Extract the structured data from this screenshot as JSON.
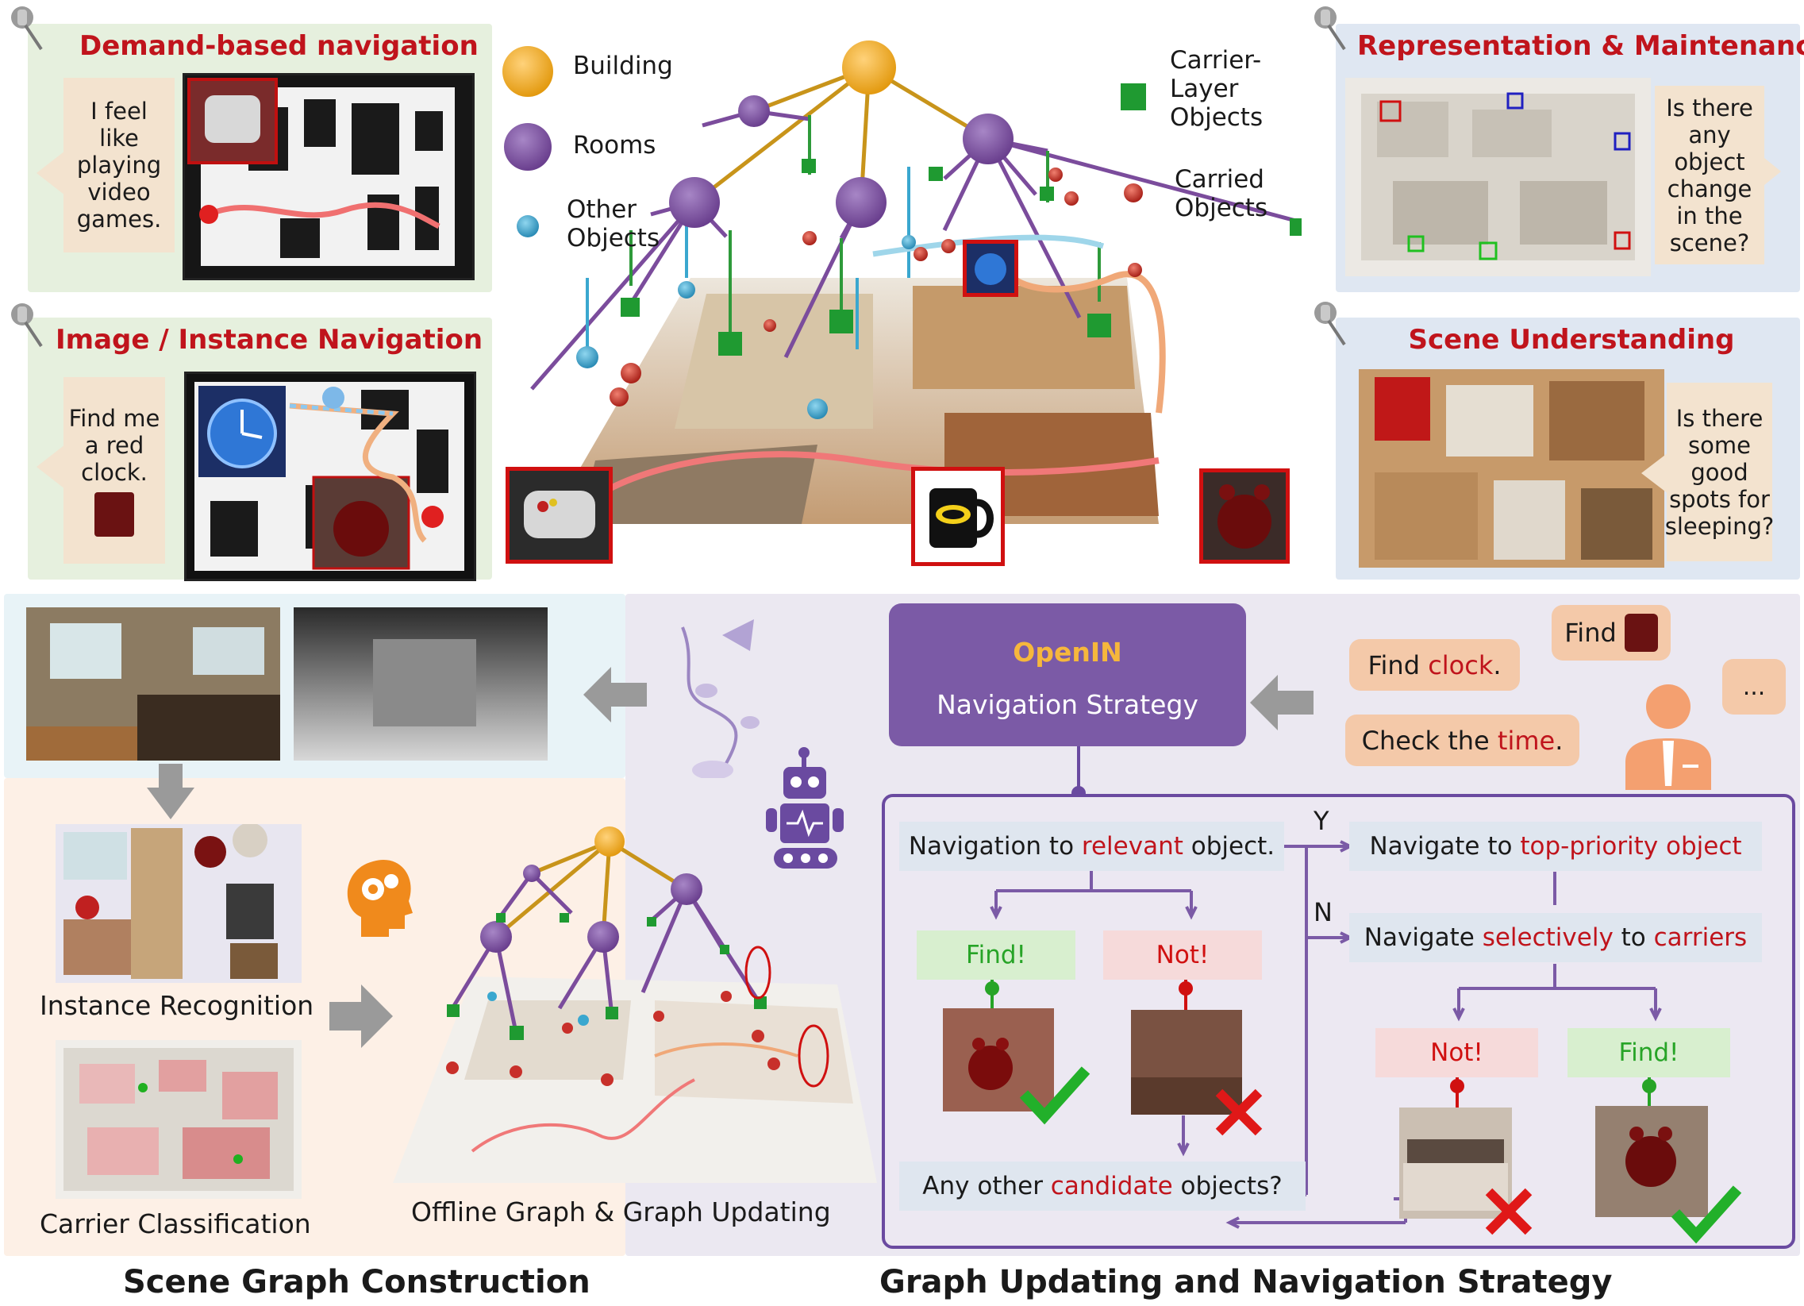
{
  "top_left": {
    "demand": {
      "title": "Demand-based navigation",
      "bubble": "I feel like playing video games."
    },
    "image_instance": {
      "title": "Image / Instance Navigation",
      "bubble": "Find me a red clock."
    }
  },
  "top_right": {
    "representation": {
      "title": "Representation & Maintenance",
      "bubble": "Is there any object change in the scene?"
    },
    "scene_understanding": {
      "title": "Scene Understanding",
      "bubble": "Is there some good spots for sleeping?"
    }
  },
  "legend": {
    "building": "Building",
    "rooms": "Rooms",
    "other_objects": "Other Objects",
    "carrier_layer": "Carrier-Layer Objects",
    "carried": "Carried Objects"
  },
  "colors": {
    "building": "#f0a823",
    "room": "#7b4c9c",
    "carrier": "#2e9a3a",
    "carried": "#c8302a",
    "other": "#3aa7cf",
    "accent_red": "#c0141c",
    "strategy_box": "#7b5aa6"
  },
  "left_bottom": {
    "instance_recognition": "Instance Recognition",
    "carrier_classification": "Carrier Classification",
    "offline_graph": "Offline Graph & Graph Updating",
    "section_title": "Scene Graph Construction"
  },
  "strategy": {
    "name": "OpenIN",
    "subtitle": "Navigation Strategy",
    "section_title": "Graph Updating and Navigation Strategy",
    "user_find": "Find",
    "user_find_clock_prefix": "Find",
    "user_find_clock_word": "clock",
    "user_find_clock_suffix": ".",
    "user_check_prefix": "Check the",
    "user_check_word": "time",
    "user_check_suffix": ".",
    "user_more": "..."
  },
  "flow": {
    "relevant_prefix": "Navigation to",
    "relevant_word": "relevant",
    "relevant_suffix": "object.",
    "find": "Find!",
    "not": "Not!",
    "any_prefix": "Any other",
    "any_word": "candidate",
    "any_suffix": "objects?",
    "y": "Y",
    "n": "N",
    "top_prefix": "Navigate to",
    "top_word": "top-priority object",
    "sel_prefix": "Navigate",
    "sel_word1": "selectively",
    "sel_mid": "to",
    "sel_word2": "carriers",
    "find2": "Find!",
    "not2": "Not!"
  }
}
